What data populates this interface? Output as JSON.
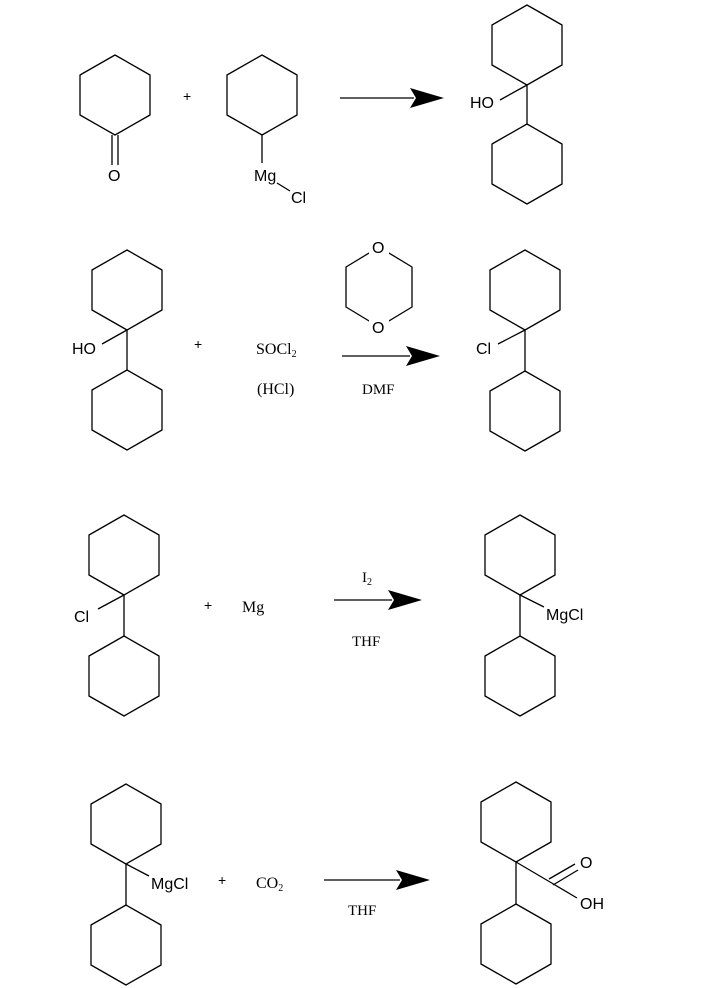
{
  "reactions": [
    {
      "reactant1": {
        "o": "O"
      },
      "plus": "+",
      "reactant2": {
        "mg": "Mg",
        "cl": "Cl"
      },
      "product": {
        "ho": "HO"
      }
    },
    {
      "reactant1": {
        "ho": "HO"
      },
      "plus": "+",
      "reagent": {
        "base": "SOCl",
        "sub": "2",
        "extra": "(HCl)"
      },
      "catalyst": {
        "o_top": "O",
        "o_bottom": "O"
      },
      "condition_below": "DMF",
      "product": {
        "cl": "Cl"
      }
    },
    {
      "reactant1": {
        "cl": "Cl"
      },
      "plus": "+",
      "reagent": "Mg",
      "condition_above": {
        "base": "I",
        "sub": "2"
      },
      "condition_below": "THF",
      "product": {
        "mgcl": "MgCl"
      }
    },
    {
      "reactant1": {
        "mgcl": "MgCl"
      },
      "plus": "+",
      "reagent": {
        "base": "CO",
        "sub": "2"
      },
      "condition_below": "THF",
      "product": {
        "o": "O",
        "oh": "OH"
      }
    }
  ]
}
